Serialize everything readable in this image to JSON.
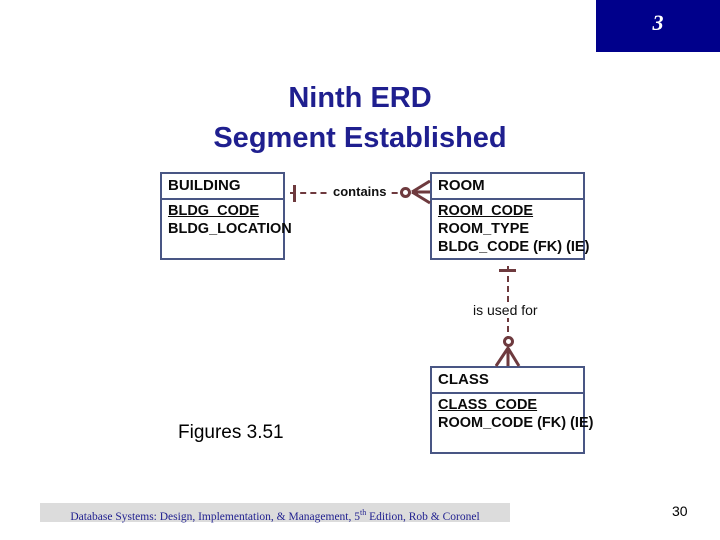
{
  "header": {
    "chapter_number": "3",
    "banner_color": "#00008B"
  },
  "title": {
    "line1": "Ninth ERD",
    "line2": "Segment Established",
    "color": "#1F1F8F"
  },
  "erd": {
    "entities": [
      {
        "id": "building",
        "name": "BUILDING",
        "attributes": [
          {
            "text": "BLDG_CODE",
            "key": "PK"
          },
          {
            "text": "BLDG_LOCATION",
            "key": ""
          }
        ]
      },
      {
        "id": "room",
        "name": "ROOM",
        "attributes": [
          {
            "text": "ROOM_CODE",
            "key": "PK"
          },
          {
            "text": "ROOM_TYPE",
            "key": ""
          },
          {
            "text": "BLDG_CODE (FK) (IE)",
            "key": ""
          }
        ]
      },
      {
        "id": "class",
        "name": "CLASS",
        "attributes": [
          {
            "text": "CLASS_CODE",
            "key": "PK"
          },
          {
            "text": "ROOM_CODE (FK) (IE)",
            "key": ""
          }
        ]
      }
    ],
    "relationships": [
      {
        "id": "contains",
        "label": "contains",
        "from": "BUILDING",
        "to": "ROOM",
        "line_style": "dashed",
        "from_cardinality": "one-mandatory",
        "to_cardinality": "zero-or-many"
      },
      {
        "id": "is-used-for",
        "label": "is used for",
        "from": "ROOM",
        "to": "CLASS",
        "line_style": "dashed",
        "from_cardinality": "one-mandatory",
        "to_cardinality": "zero-or-many"
      }
    ],
    "line_color": "#6E3A3E",
    "entity_border_color": "#495684"
  },
  "figure": {
    "caption": "Figures 3.51"
  },
  "footer": {
    "citation_pre": "Database Systems: Design, Implementation, & Management, 5",
    "citation_sup": "th",
    "citation_post": " Edition, Rob & Coronel",
    "page_number": "30",
    "band_color": "#DCDCDC"
  }
}
